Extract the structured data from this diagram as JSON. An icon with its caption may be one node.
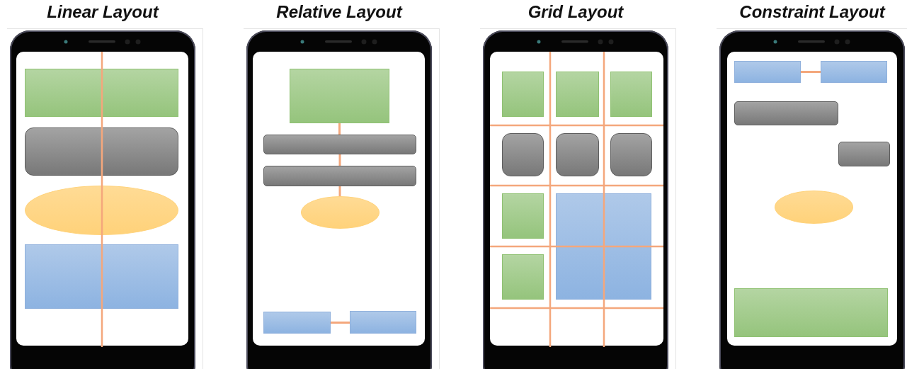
{
  "diagram": {
    "nodes": [
      {
        "text": [
          "Linear Layout"
        ]
      },
      {
        "text": [],
        "shape": "box",
        "in": 0
      },
      {
        "text": [],
        "shape": "box",
        "in": 0
      },
      {
        "text": [],
        "shape": "ellipse",
        "in": 0
      },
      {
        "text": [],
        "shape": "box",
        "in": 0
      },
      {
        "text": [
          "Relative Layout"
        ]
      },
      {
        "text": [],
        "shape": "box",
        "in": 5
      },
      {
        "text": [],
        "shape": "box",
        "in": 5
      },
      {
        "text": [],
        "shape": "box",
        "in": 5
      },
      {
        "text": [],
        "shape": "ellipse",
        "in": 5
      },
      {
        "text": [],
        "shape": "box",
        "in": 5
      },
      {
        "text": [],
        "shape": "box",
        "in": 5
      },
      {
        "text": [
          "Grid Layout"
        ]
      },
      {
        "text": [],
        "shape": "box",
        "in": 12
      },
      {
        "text": [],
        "shape": "box",
        "in": 12
      },
      {
        "text": [],
        "shape": "box",
        "in": 12
      },
      {
        "text": [],
        "shape": "box",
        "in": 12
      },
      {
        "text": [],
        "shape": "box",
        "in": 12
      },
      {
        "text": [],
        "shape": "box",
        "in": 12
      },
      {
        "text": [],
        "shape": "box",
        "in": 12
      },
      {
        "text": [],
        "shape": "box",
        "in": 12
      },
      {
        "text": [],
        "shape": "box",
        "in": 12
      },
      {
        "text": [
          "Constraint Layout"
        ]
      },
      {
        "text": [],
        "shape": "box",
        "in": 22
      },
      {
        "text": [],
        "shape": "box",
        "in": 22
      },
      {
        "text": [],
        "shape": "box",
        "in": 22
      },
      {
        "text": [],
        "shape": "box",
        "in": 22
      },
      {
        "text": [],
        "shape": "ellipse",
        "in": 22
      },
      {
        "text": [],
        "shape": "box",
        "in": 22
      }
    ],
    "edges": [
      {
        "from": 6,
        "to": 7,
        "arrow": "none"
      },
      {
        "from": 7,
        "to": 8,
        "arrow": "none"
      },
      {
        "from": 8,
        "to": 9,
        "arrow": "none"
      },
      {
        "from": 10,
        "to": 11,
        "arrow": "none"
      },
      {
        "from": 23,
        "to": 24,
        "arrow": "none"
      }
    ]
  }
}
